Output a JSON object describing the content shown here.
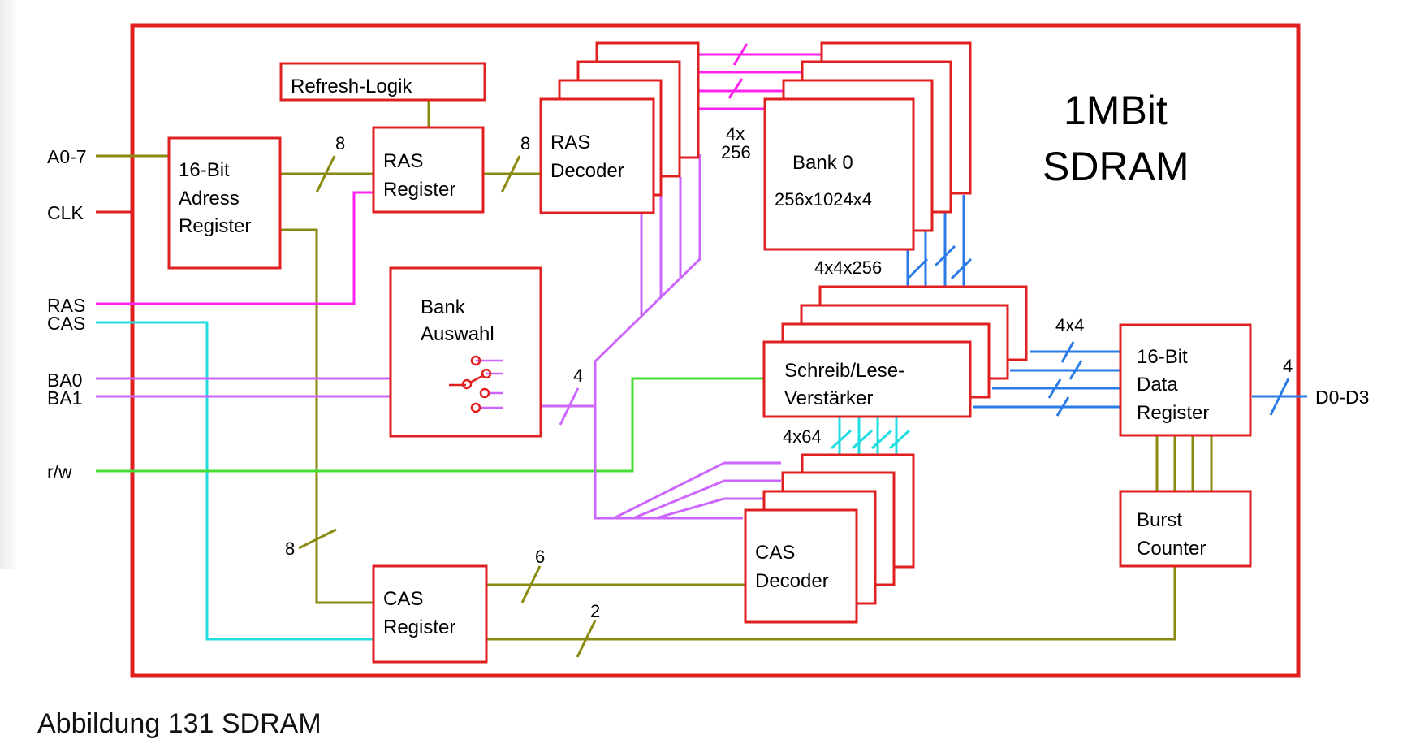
{
  "colors": {
    "frame": "#e02020",
    "address": "#8a8a10",
    "clock": "#e02020",
    "ras": "#ff22ee",
    "cas": "#22dde0",
    "bank": "#cc66ff",
    "rw": "#44dd33",
    "data": "#2a7be8"
  },
  "title": {
    "line1": "1MBit",
    "line2": "SDRAM"
  },
  "signals": {
    "a07": "A0-7",
    "clk": "CLK",
    "ras": "RAS",
    "cas": "CAS",
    "ba0": "BA0",
    "ba1": "BA1",
    "rw": "r/w",
    "data": "D0-D3"
  },
  "blocks": {
    "addr": [
      "16-Bit",
      "Adress",
      "Register"
    ],
    "refresh": "Refresh-Logik",
    "rasReg": [
      "RAS",
      "Register"
    ],
    "rasDec": [
      "RAS",
      "Decoder"
    ],
    "bank0": [
      "Bank 0",
      "256x1024x4"
    ],
    "bankSel": [
      "Bank",
      "Auswahl"
    ],
    "sense": [
      "Schreib/Lese-",
      "Verstärker"
    ],
    "dataReg": [
      "16-Bit",
      "Data",
      "Register"
    ],
    "burst": [
      "Burst",
      "Counter"
    ],
    "casReg": [
      "CAS",
      "Register"
    ],
    "casDec": [
      "CAS",
      "Decoder"
    ]
  },
  "buswidths": {
    "addrToRas": "8",
    "rasToDec": "8",
    "arrayRows1": "4x",
    "arrayRows2": "256",
    "bankCols": "4x4x256",
    "senseToData": "4x4",
    "dataOut": "4",
    "bankSelOut": "4",
    "casCols": "4x64",
    "addrToCas": "8",
    "casToDec": "6",
    "casToBurst": "2"
  },
  "caption": "Abbildung 131 SDRAM"
}
